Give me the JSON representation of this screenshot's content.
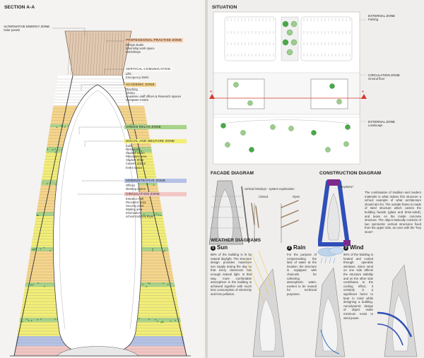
{
  "section": {
    "title": "SECTION A-A",
    "zones": [
      {
        "id": "energy",
        "label": "ALTERNATIVE ENERGY ZONE",
        "items": [
          "Solar panels"
        ],
        "color": "#ffffff"
      },
      {
        "id": "practise",
        "label": "PROFESSIONAL PRACTISE ZONE",
        "items": [
          "Design studio",
          "Internship work space",
          "Workshops"
        ],
        "color": "#f4c9a8"
      },
      {
        "id": "vertical",
        "label": "VERTICAL COMUNICATION",
        "items": [
          "Lifts",
          "Emergency stairs"
        ],
        "color": "#ffffff"
      },
      {
        "id": "academic",
        "label": "ACADEMIC ZONE",
        "items": [
          "Teaching",
          "Library",
          "Academic staff offices & Research spaces",
          "Computer Centre"
        ],
        "color": "#f6d58a"
      },
      {
        "id": "green",
        "label": "GREEN RELAX ZONE",
        "items": [],
        "color": "#a9d38a"
      },
      {
        "id": "social",
        "label": "SOCIAL AND WELFARE ZONE",
        "items": [
          "Cafe",
          "Restaurant",
          "Student Union",
          "Relaxation area",
          "Student Shop",
          "Careers advice",
          "Event space"
        ],
        "color": "#f3ee77"
      },
      {
        "id": "admin",
        "label": "ADMINISTRATIVE ZONE",
        "items": [
          "Offices",
          "Meeting rooms"
        ],
        "color": "#b5c2e6"
      },
      {
        "id": "circulation",
        "label": "CIRCULATION ZONE",
        "items": [
          "Entrance Hall",
          "Reception area",
          "Security point",
          "Waiting area",
          "Information",
          "school Exibition foyer"
        ],
        "color": "#f3c7c4"
      }
    ]
  },
  "situation": {
    "title": "SITUATION",
    "zones": [
      {
        "label": "EXTERNAL ZONE",
        "sub": "Parking"
      },
      {
        "label": "CIRCULATION ZONE",
        "sub": "Ground floor"
      },
      {
        "label": "EXTERNAL ZONE",
        "sub": "Landscape"
      }
    ],
    "markers": {
      "left": "A",
      "right": "A"
    }
  },
  "facade": {
    "title": "FACADE DIAGRAM",
    "caption": "vertical brisoleys - system explenation",
    "closed": "Closed",
    "open": "Open"
  },
  "construction": {
    "title": "CONSTRUCTION DIAGRAM",
    "keystone": "\"Keystone\"",
    "text": "The combination of tradition and modern materials is what makes this structure a school example of what architecture should aim for. The outside frame is made of steel structure which carries the building facade (glass and brise-soleil), and leans on the inside concrete structure. The object basically consists of two symmetric vertical structures fixed from the upper side, as once with the \"key stone\"."
  },
  "weather": {
    "title": "WEATHER DIAGRAMS",
    "items": [
      {
        "num": "1",
        "name": "Sun",
        "text": "88% of the building is lit by natural daylight. The structure design provides maximum sun supply during the day so that every classroom has enough natural light. In that way, more comfortable atmosphere in the building is achieved together with much less consumption of electricity and less pollution."
      },
      {
        "num": "2",
        "name": "Rain",
        "text": "For the purpose of compensating the lack of water at the location, the structure is equipped with channels for collecting atmospheric water, exelent to be reused for technical purposes."
      },
      {
        "num": "3",
        "name": "Wind",
        "text": "90% of the building is heated and cooled through operable windows. Since wind on one side affects the structure stability and on the other side contributes to the cooling effect, it certainly is a significant factor to bear in mind while designing a building. Aerodynamic design of object make minimum resist to wind power."
      }
    ]
  },
  "colors": {
    "key_purple": "#7b2a8c",
    "frame_blue": "#2f4fb8",
    "red_line": "#d9362b"
  }
}
